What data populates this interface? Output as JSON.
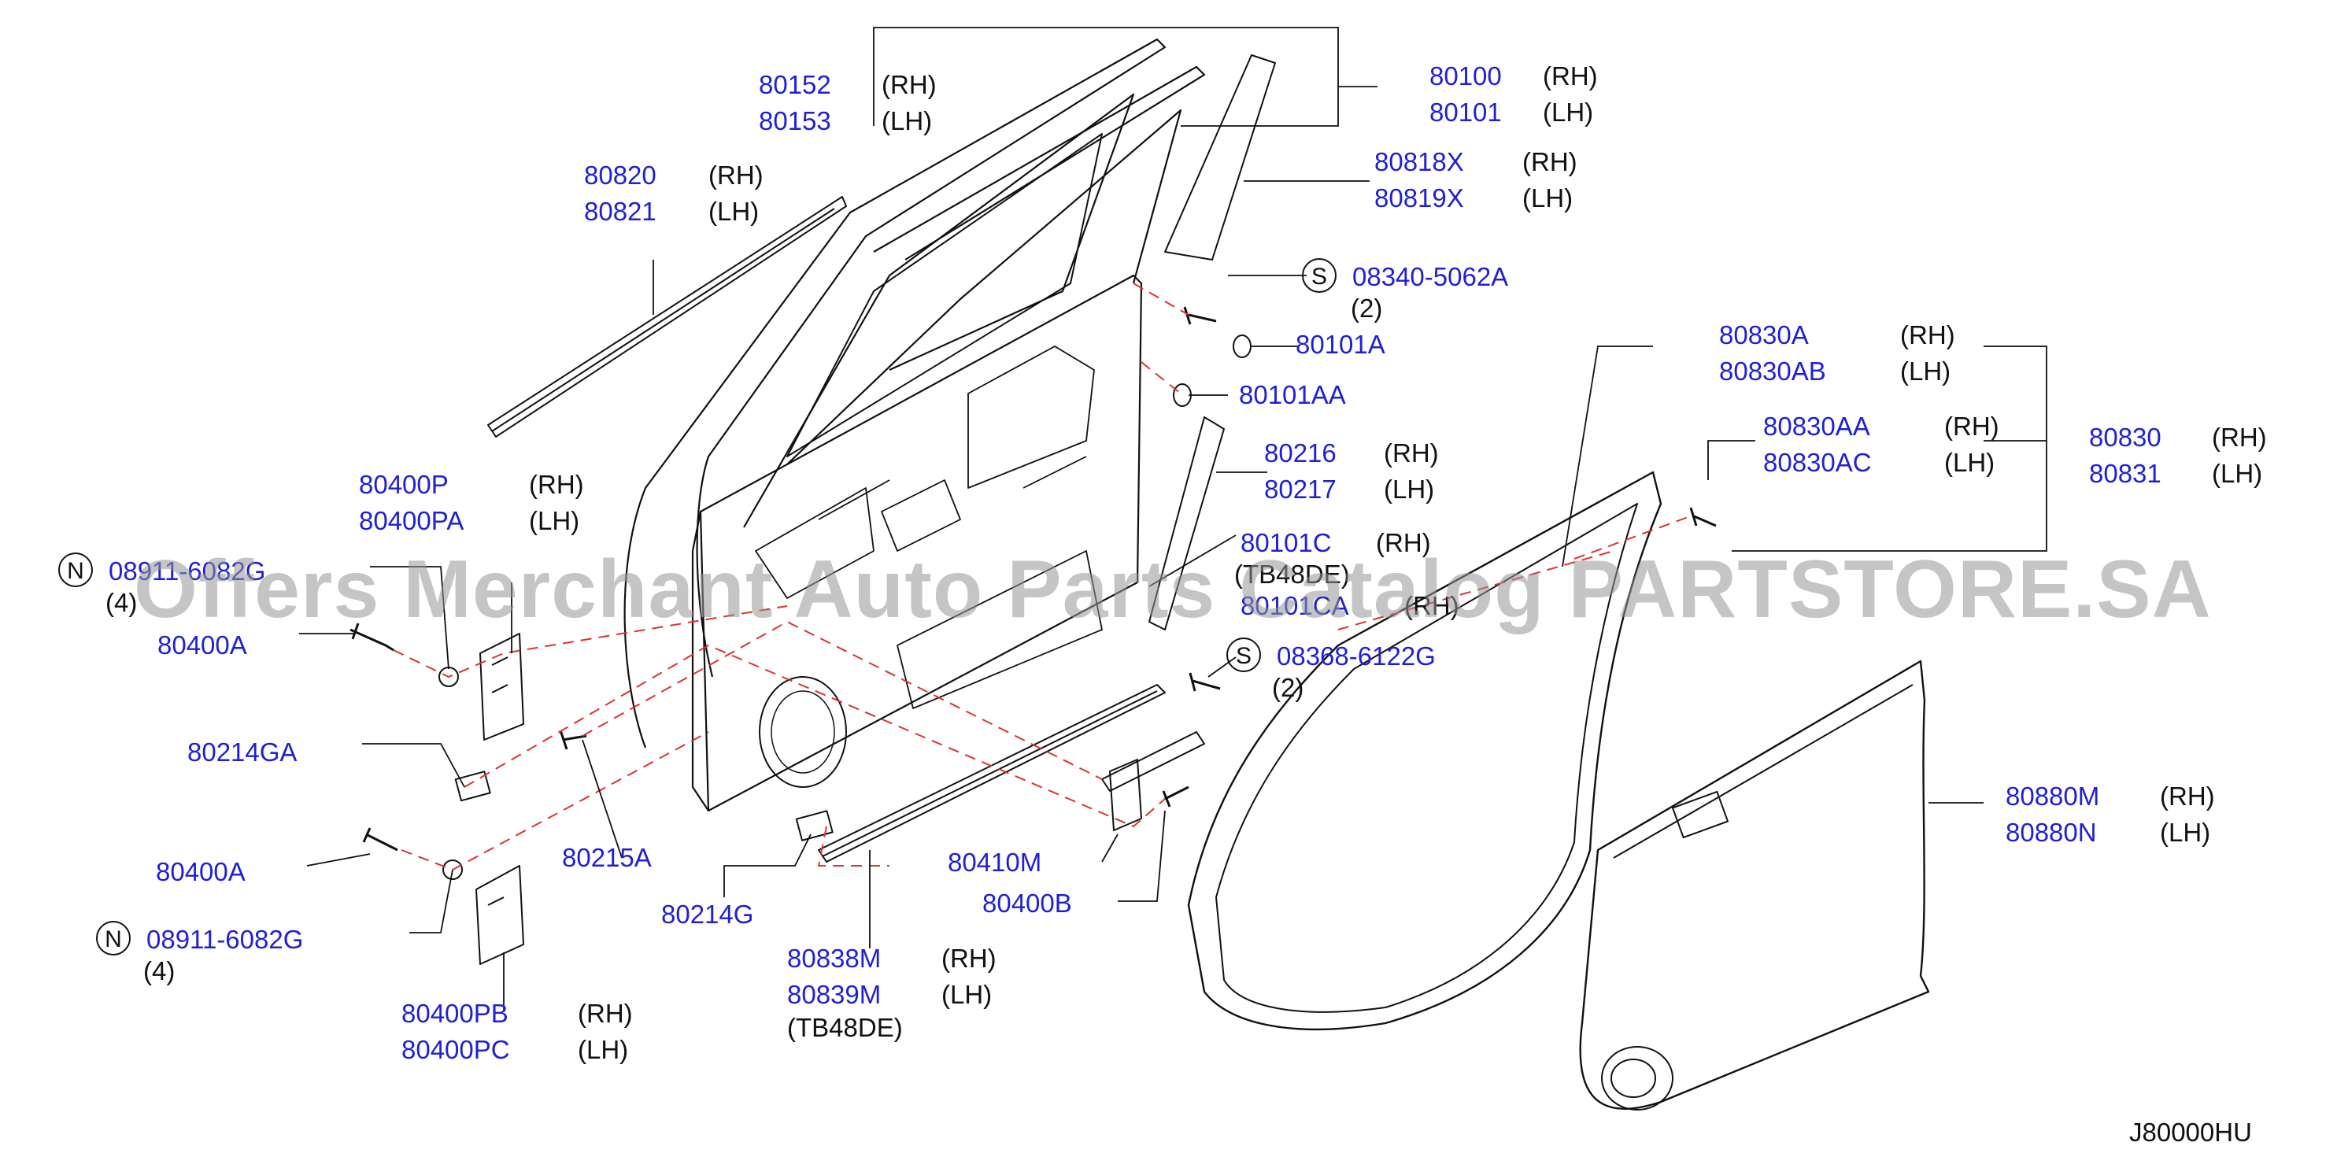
{
  "watermark": "Offers Merchant Auto Parts Catalog PARTSTORE.SA",
  "diagram_code": "J80000HU",
  "colors": {
    "part_number": "#1f1fd6",
    "leader": "#111111",
    "dash": "#e03030"
  },
  "labels": {
    "l80152": "80152",
    "l80152s": "(RH)",
    "l80153": "80153",
    "l80153s": "(LH)",
    "l80100": "80100",
    "l80100s": "(RH)",
    "l80101": "80101",
    "l80101s": "(LH)",
    "l80820": "80820",
    "l80820s": "(RH)",
    "l80821": "80821",
    "l80821s": "(LH)",
    "l80818x": "80818X",
    "l80818xs": "(RH)",
    "l80819x": "80819X",
    "l80819xs": "(LH)",
    "l08340": "08340-5062A",
    "l08340q": "(2)",
    "l08340c": "S",
    "l80101a": "80101A",
    "l80101aa": "80101AA",
    "l80830a": "80830A",
    "l80830as": "(RH)",
    "l80830ab": "80830AB",
    "l80830abs": "(LH)",
    "l80830aa": "80830AA",
    "l80830aas": "(RH)",
    "l80830ac": "80830AC",
    "l80830acs": "(LH)",
    "l80830": "80830",
    "l80830s": "(RH)",
    "l80831": "80831",
    "l80831s": "(LH)",
    "l80216": "80216",
    "l80216s": "(RH)",
    "l80217": "80217",
    "l80217s": "(LH)",
    "l80400p": "80400P",
    "l80400ps": "(RH)",
    "l80400pa": "80400PA",
    "l80400pas": "(LH)",
    "l80101c": "80101C",
    "l80101cs": "(RH)",
    "l80101cn": "(TB48DE)",
    "l80101ca": "80101CA",
    "l80101cas": "(RH)",
    "l08911a": "08911-6082G",
    "l08911aq": "(4)",
    "l08911ac": "N",
    "l80400a1": "80400A",
    "l08368": "08368-6122G",
    "l08368q": "(2)",
    "l08368c": "S",
    "l80214ga": "80214GA",
    "l80880m": "80880M",
    "l80880ms": "(RH)",
    "l80880n": "80880N",
    "l80880ns": "(LH)",
    "l80215a": "80215A",
    "l80410m": "80410M",
    "l80400a2": "80400A",
    "l80400b": "80400B",
    "l80214g": "80214G",
    "l08911b": "08911-6082G",
    "l08911bq": "(4)",
    "l08911bc": "N",
    "l80838m": "80838M",
    "l80838ms": "(RH)",
    "l80839m": "80839M",
    "l80839ms": "(LH)",
    "l80839mn": "(TB48DE)",
    "l80400pb": "80400PB",
    "l80400pbs": "(RH)",
    "l80400pc": "80400PC",
    "l80400pcs": "(LH)"
  }
}
